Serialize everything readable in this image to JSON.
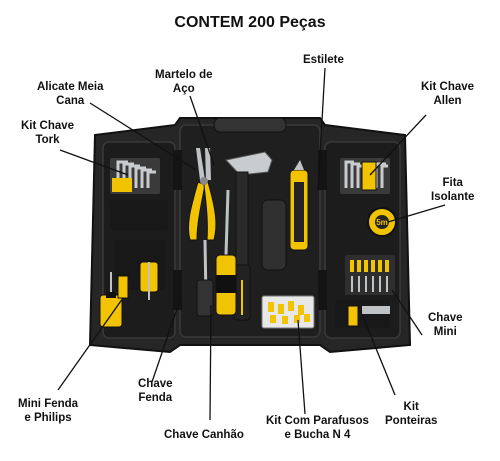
{
  "title": "CONTEM 200 Peças",
  "labels": {
    "alicate": [
      "Alicate Meia",
      "Cana"
    ],
    "martelo": [
      "Martelo de",
      "Aço"
    ],
    "estilete": [
      "Estilete"
    ],
    "allen": [
      "Kit Chave",
      "Allen"
    ],
    "tork": [
      "Kit Chave",
      "Tork"
    ],
    "fita": [
      "Fita",
      "Isolante"
    ],
    "chave_mini": [
      "Chave",
      "Mini"
    ],
    "mini_fenda": [
      "Mini Fenda",
      "e Philips"
    ],
    "chave_fenda": [
      "Chave",
      "Fenda"
    ],
    "chave_canhao": [
      "Chave Canhão"
    ],
    "parafusos": [
      "Kit Com Parafusos",
      "e Bucha N 4"
    ],
    "ponteiras": [
      "Kit",
      "Ponteiras"
    ]
  },
  "tape_label": "5m",
  "colors": {
    "case": "#2b2b2b",
    "case_dark": "#1a1a1a",
    "accent": "#f2c300",
    "metal": "#bfc3c6"
  }
}
